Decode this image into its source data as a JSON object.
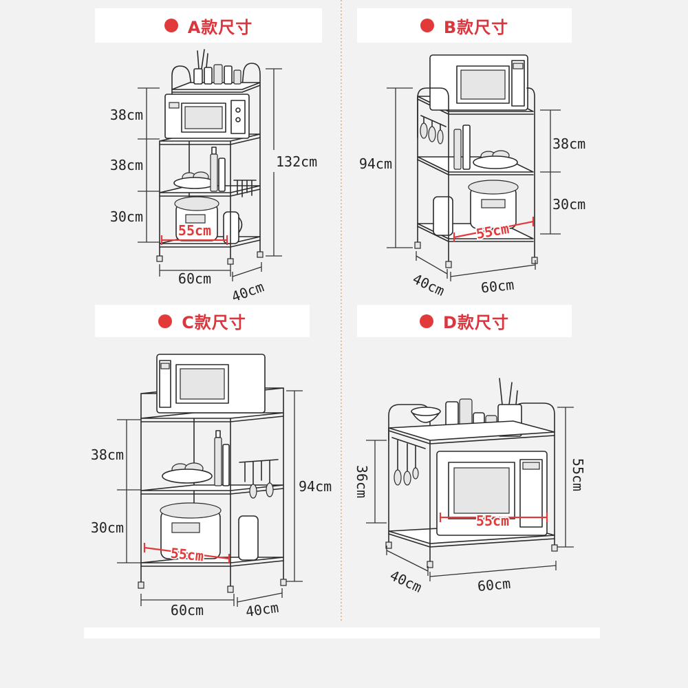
{
  "colors": {
    "accent": "#e23a3a",
    "title_text": "#d9363e",
    "background": "#f2f2f2",
    "header_background": "#ffffff",
    "divider": "#d9ab7c",
    "line": "#2a2a2a"
  },
  "icons": {
    "title_marker": "red-dot-icon"
  },
  "panels": {
    "a": {
      "title": "A款尺寸",
      "dims": {
        "tier_top": "38cm",
        "tier_middle": "38cm",
        "tier_bottom": "30cm",
        "total_height": "132cm",
        "inner_width": "55cm",
        "width": "60cm",
        "depth": "40cm"
      }
    },
    "b": {
      "title": "B款尺寸",
      "dims": {
        "total_height": "94cm",
        "tier_upper": "38cm",
        "tier_lower": "30cm",
        "inner_width": "55cm",
        "depth": "40cm",
        "width": "60cm"
      }
    },
    "c": {
      "title": "C款尺寸",
      "dims": {
        "tier_upper": "38cm",
        "tier_lower": "30cm",
        "total_height": "94cm",
        "inner_width": "55cm",
        "width": "60cm",
        "depth": "40cm"
      }
    },
    "d": {
      "title": "D款尺寸",
      "dims": {
        "inner_height": "36cm",
        "total_height": "55cm",
        "inner_width": "55cm",
        "depth": "40cm",
        "width": "60cm"
      }
    }
  }
}
